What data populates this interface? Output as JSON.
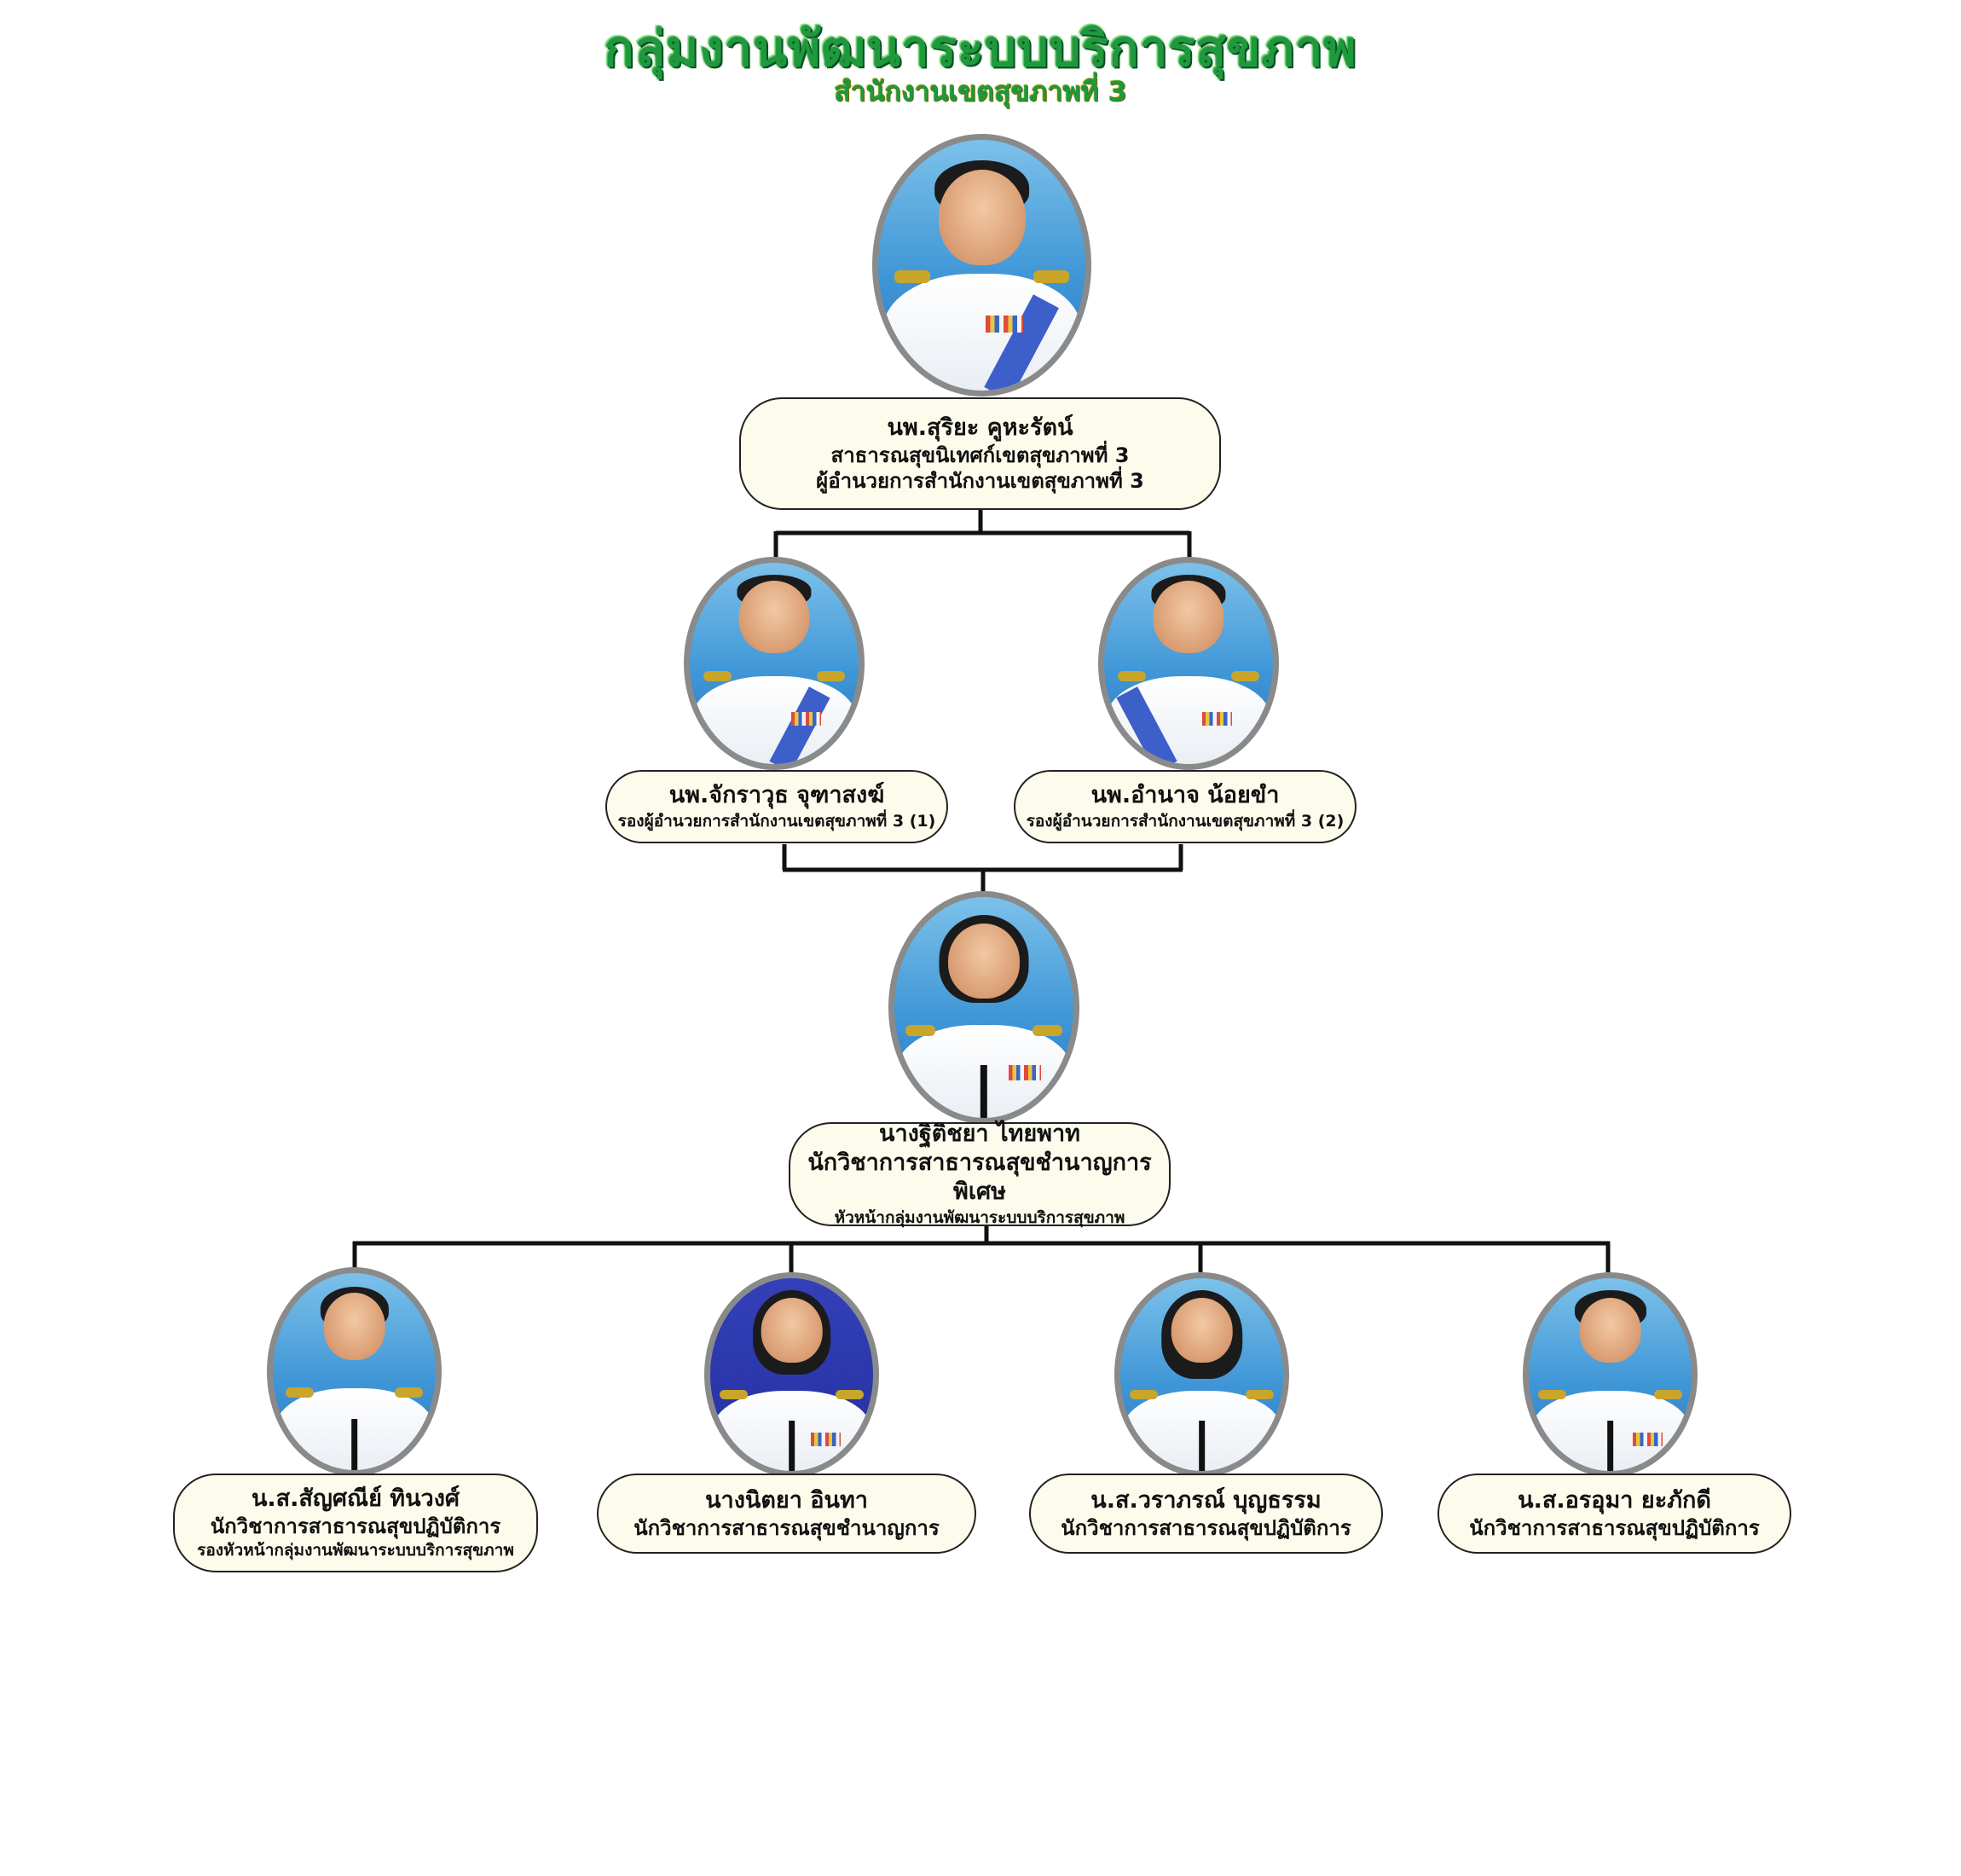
{
  "title": "กลุ่มงานพัฒนาระบบบริการสุขภาพ",
  "subtitle": "สำนักงานเขตสุขภาพที่ 3",
  "director": {
    "name": "นพ.สุริยะ คูหะรัตน์",
    "line1": "สาธารณสุขนิเทศก์เขตสุขภาพที่ 3",
    "line2": "ผู้อำนวยการสำนักงานเขตสุขภาพที่ 3"
  },
  "deputies": [
    {
      "name": "นพ.จักราวุธ จุฑาสงฆ์",
      "position": "รองผู้อำนวยการสำนักงานเขตสุขภาพที่ 3 (1)"
    },
    {
      "name": "นพ.อำนาจ น้อยขำ",
      "position": "รองผู้อำนวยการสำนักงานเขตสุขภาพที่ 3 (2)"
    }
  ],
  "head": {
    "name": "นางฐิติชยา ไทยพาท",
    "position": "นักวิชาการสาธารณสุขชำนาญการพิเศษ",
    "role": "หัวหน้ากลุ่มงานพัฒนาระบบบริการสุขภาพ"
  },
  "staff": [
    {
      "name": "น.ส.สัญศณีย์ ทินวงศ์",
      "position": "นักวิชาการสาธารณสุขปฏิบัติการ",
      "role": "รองหัวหน้ากลุ่มงานพัฒนาระบบบริการสุขภาพ"
    },
    {
      "name": "นางนิตยา อินทา",
      "position": "นักวิชาการสาธารณสุขชำนาญการ"
    },
    {
      "name": "น.ส.วราภรณ์ บุญธรรม",
      "position": "นักวิชาการสาธารณสุขปฏิบัติการ"
    },
    {
      "name": "น.ส.อรอุมา ยะภักดี",
      "position": "นักวิชาการสาธารณสุขปฏิบัติการ"
    }
  ],
  "colors": {
    "title": "#1e9a3c",
    "box_fill": "#fcfbec",
    "line": "#111111",
    "frame": "#8a8a8a"
  }
}
